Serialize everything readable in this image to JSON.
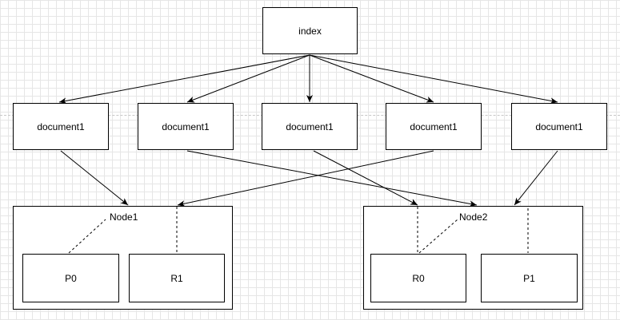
{
  "index": {
    "label": "index"
  },
  "documents": [
    {
      "label": "document1"
    },
    {
      "label": "document1"
    },
    {
      "label": "document1"
    },
    {
      "label": "document1"
    },
    {
      "label": "document1"
    }
  ],
  "nodes": [
    {
      "label": "Node1",
      "shards": [
        {
          "label": "P0"
        },
        {
          "label": "R1"
        }
      ]
    },
    {
      "label": "Node2",
      "shards": [
        {
          "label": "R0"
        },
        {
          "label": "P1"
        }
      ]
    }
  ],
  "colors": {
    "line": "#000000",
    "grid": "#e6e6e6",
    "box_border": "#000000"
  }
}
